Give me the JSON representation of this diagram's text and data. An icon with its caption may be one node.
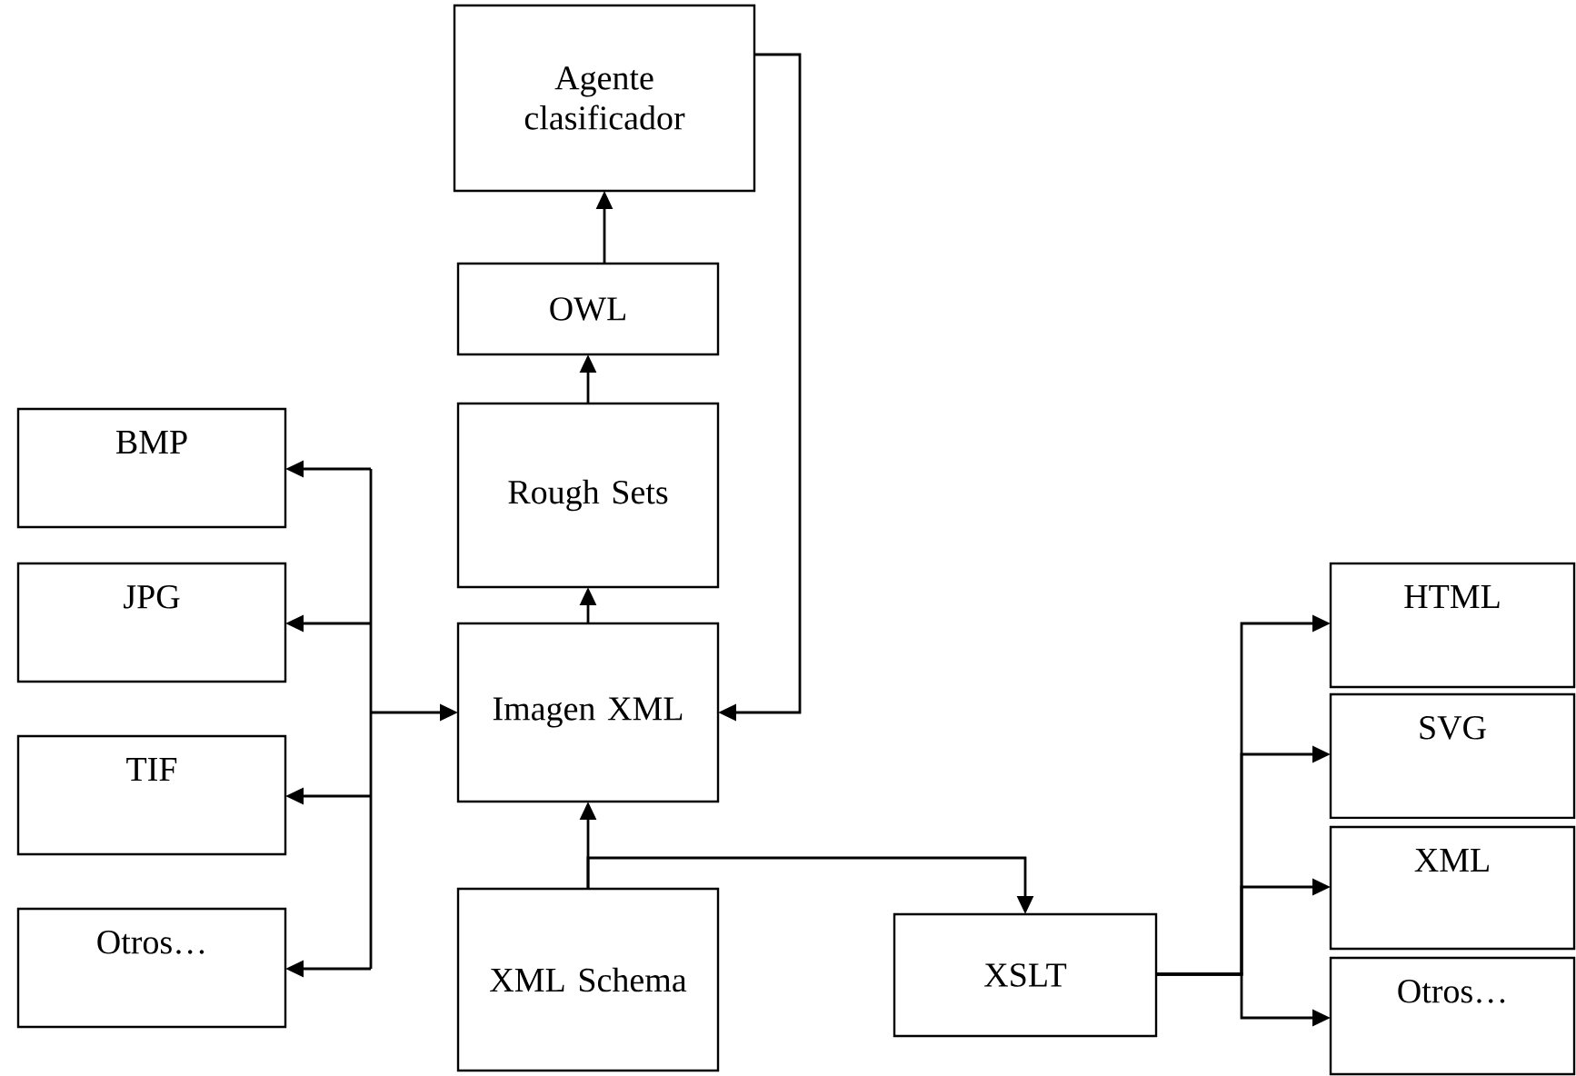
{
  "diagram": {
    "nodes": [
      {
        "text": [
          "Agente clasificador"
        ]
      },
      {
        "text": [
          "OWL"
        ]
      },
      {
        "text": [
          "Rough Sets"
        ]
      },
      {
        "text": [
          "BMP"
        ]
      },
      {
        "text": [
          "JPG"
        ]
      },
      {
        "text": [
          "TIF"
        ]
      },
      {
        "text": [
          "Otros…"
        ]
      },
      {
        "text": [
          "Imagen XML"
        ]
      },
      {
        "text": [
          "XML Schema"
        ]
      },
      {
        "text": [
          "XSLT"
        ]
      },
      {
        "text": [
          "HTML"
        ]
      },
      {
        "text": [
          "SVG"
        ]
      },
      {
        "text": [
          "XML"
        ]
      },
      {
        "text": [
          "Otros…"
        ]
      }
    ],
    "edges": [
      {
        "from": 1,
        "to": 0,
        "arrow": "to"
      },
      {
        "from": 2,
        "to": 1,
        "arrow": "to"
      },
      {
        "from": 7,
        "to": 2,
        "arrow": "to"
      },
      {
        "from": 0,
        "to": 7,
        "arrow": "to"
      },
      {
        "from": 7,
        "to": 3,
        "arrow": "both"
      },
      {
        "from": 7,
        "to": 4,
        "arrow": "both"
      },
      {
        "from": 7,
        "to": 5,
        "arrow": "both"
      },
      {
        "from": 7,
        "to": 6,
        "arrow": "both"
      },
      {
        "from": 8,
        "to": 7,
        "arrow": "to"
      },
      {
        "from": 8,
        "to": 9,
        "arrow": "to"
      },
      {
        "from": 9,
        "to": 10,
        "arrow": "to"
      },
      {
        "from": 9,
        "to": 11,
        "arrow": "to"
      },
      {
        "from": 9,
        "to": 12,
        "arrow": "to"
      },
      {
        "from": 9,
        "to": 13,
        "arrow": "to"
      }
    ]
  }
}
